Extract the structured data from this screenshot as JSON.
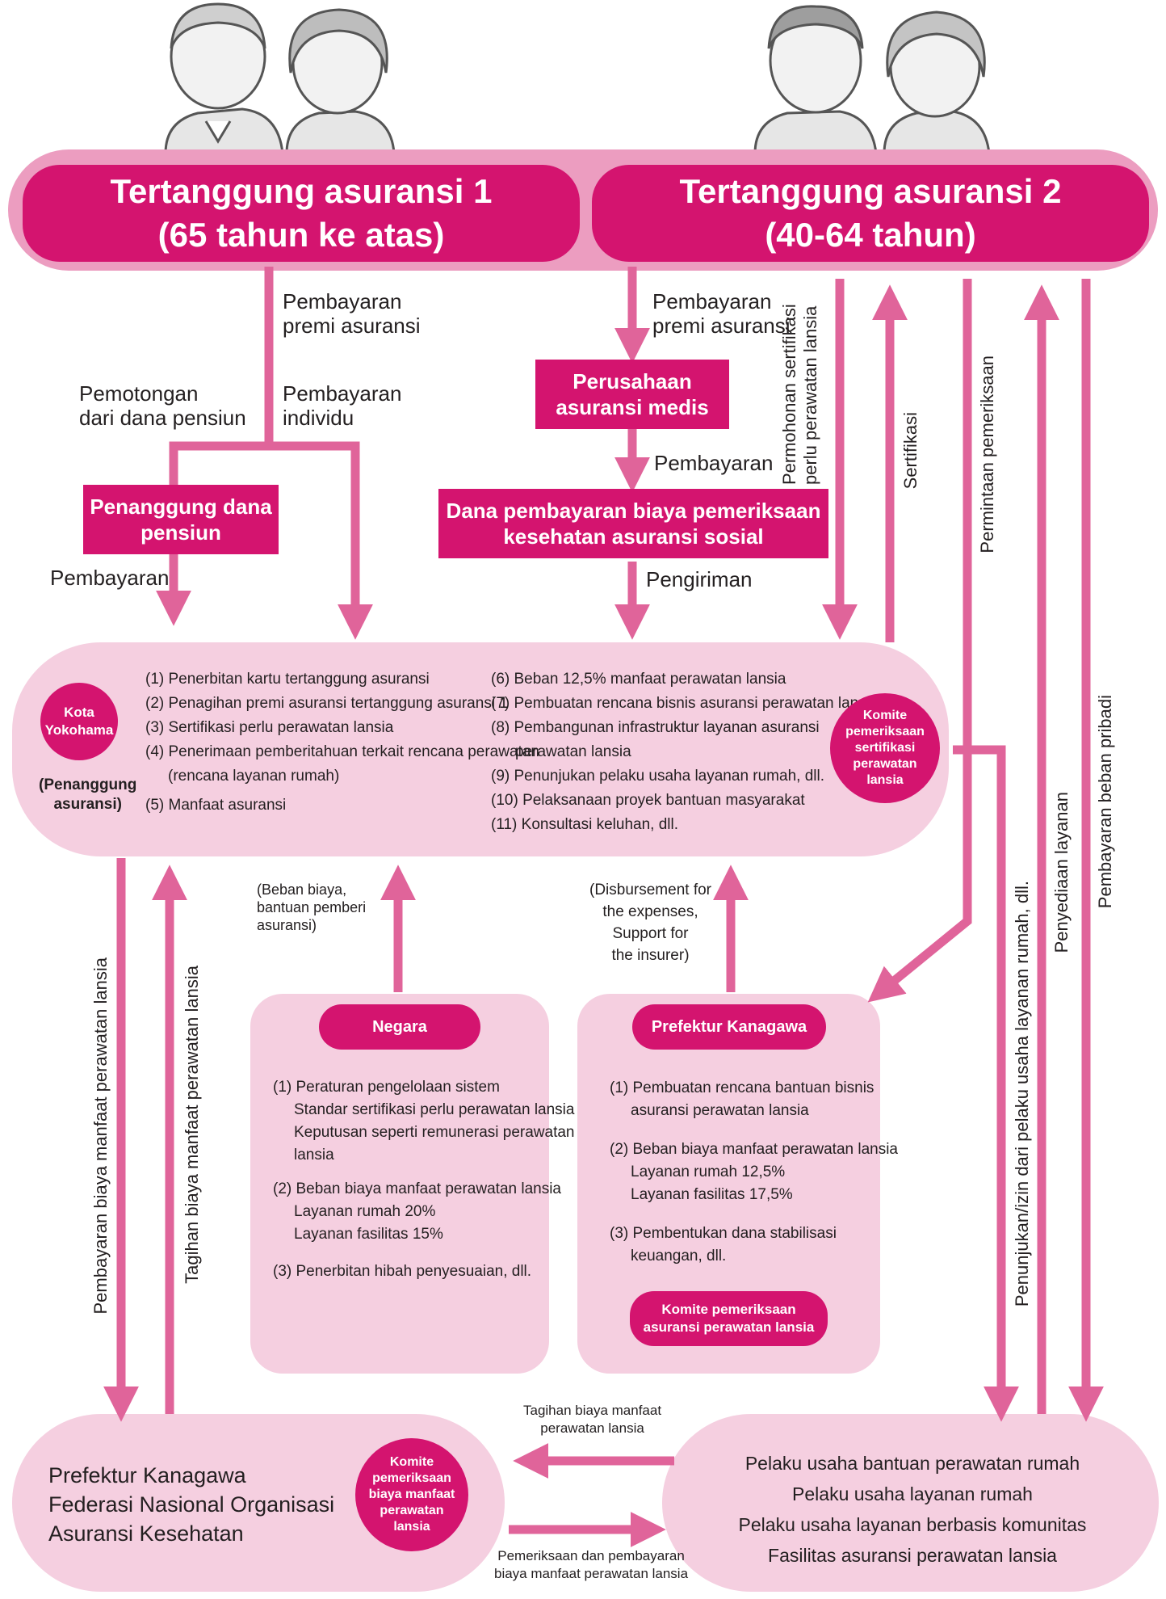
{
  "colors": {
    "magenta": "#d4146f",
    "pink_light": "#f5cfe0",
    "pink_mid": "#ec9dc0",
    "arrow": "#e0649a"
  },
  "icons": [
    "elderly-couple-left-illustration",
    "elderly-couple-right-illustration"
  ],
  "header": {
    "insured1": {
      "line1": "Tertanggung asuransi 1",
      "line2": "(65 tahun ke atas)"
    },
    "insured2": {
      "line1": "Tertanggung asuransi 2",
      "line2": "(40-64 tahun)"
    }
  },
  "labels": {
    "premium_left": [
      "Pembayaran",
      "premi asuransi"
    ],
    "deduction": [
      "Pemotongan",
      "dari dana pensiun"
    ],
    "individual": [
      "Pembayaran",
      "individu"
    ],
    "pension_payer": [
      "Penanggung dana",
      "pensiun"
    ],
    "pay_left": "Pembayaran",
    "premium_right": [
      "Pembayaran",
      "premi asuransi"
    ],
    "medical_insurer": [
      "Perusahaan",
      "asuransi medis"
    ],
    "payment_mid": "Pembayaran",
    "fund": [
      "Dana pembayaran biaya pemeriksaan",
      "kesehatan asuransi sosial"
    ],
    "delivery": "Pengiriman",
    "cert_request": [
      "Permohonan sertifikasi",
      "perlu perawatan lansia"
    ],
    "certification": "Sertifikasi",
    "exam_request": "Permintaan pemeriksaan",
    "self_pay": "Pembayaran beban pribadi",
    "service_provision": "Penyediaan layanan",
    "designation": "Penunjukan/izin dari pelaku usaha layanan rumah, dll.",
    "pay_benefit": "Pembayaran biaya manfaat perawatan lansia",
    "bill_benefit": "Tagihan biaya manfaat perawatan lansia",
    "cost_state": [
      "(Beban biaya,",
      "bantuan pemberi",
      "asuransi)"
    ],
    "cost_pref": [
      "(Disbursement for",
      "the expenses,",
      "Support for",
      "the insurer)"
    ],
    "bill_bottom": [
      "Tagihan biaya manfaat",
      "perawatan lansia"
    ],
    "exam_bottom": [
      "Pemeriksaan dan pembayaran",
      "biaya manfaat perawatan lansia"
    ]
  },
  "yokohama": {
    "city": [
      "Kota",
      "Yokohama"
    ],
    "role": [
      "(Penanggung",
      "asuransi)"
    ],
    "items_left": [
      "(1) Penerbitan kartu tertanggung asuransi",
      "(2) Penagihan premi asuransi tertanggung asuransi 1",
      "(3) Sertifikasi perlu perawatan lansia",
      "(4) Penerimaan pemberitahuan terkait rencana perawatan",
      "(rencana layanan rumah)",
      "(5) Manfaat asuransi"
    ],
    "items_right": [
      "(6) Beban 12,5% manfaat perawatan lansia",
      "(7) Pembuatan rencana bisnis asuransi perawatan lansia",
      "(8) Pembangunan infrastruktur layanan asuransi",
      "perawatan lansia",
      "(9) Penunjukan pelaku usaha layanan rumah, dll.",
      "(10) Pelaksanaan proyek bantuan masyarakat",
      "(11) Konsultasi keluhan, dll."
    ],
    "committee": [
      "Komite",
      "pemeriksaan",
      "sertifikasi",
      "perawatan",
      "lansia"
    ]
  },
  "negara": {
    "title": "Negara",
    "lines": [
      "(1) Peraturan pengelolaan sistem",
      "Standar sertifikasi perlu perawatan lansia",
      "Keputusan seperti remunerasi perawatan",
      "lansia",
      "(2) Beban biaya manfaat perawatan lansia",
      "Layanan rumah 20%",
      "Layanan fasilitas 15%",
      "(3) Penerbitan hibah penyesuaian, dll."
    ]
  },
  "kanagawa": {
    "title": "Prefektur Kanagawa",
    "lines": [
      "(1) Pembuatan rencana bantuan bisnis",
      "asuransi perawatan lansia",
      "(2) Beban biaya manfaat perawatan lansia",
      "Layanan rumah 12,5%",
      "Layanan fasilitas 17,5%",
      "(3) Pembentukan dana stabilisasi",
      "keuangan, dll."
    ],
    "committee": [
      "Komite pemeriksaan",
      "asuransi perawatan lansia"
    ]
  },
  "federation": {
    "lines": [
      "Prefektur Kanagawa",
      "Federasi Nasional Organisasi",
      "Asuransi Kesehatan"
    ]
  },
  "bottom_committee": [
    "Komite",
    "pemeriksaan",
    "biaya manfaat",
    "perawatan",
    "lansia"
  ],
  "providers": {
    "lines": [
      "Pelaku usaha bantuan perawatan rumah",
      "Pelaku usaha layanan rumah",
      "Pelaku usaha layanan berbasis komunitas",
      "Fasilitas asuransi perawatan lansia"
    ]
  }
}
